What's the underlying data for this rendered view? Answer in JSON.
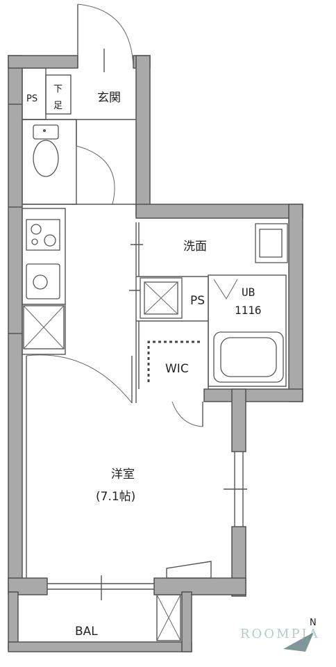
{
  "rooms": {
    "ps_entry": "PS",
    "shoe_box_1": "下",
    "shoe_box_2": "足",
    "entrance": "玄関",
    "washroom": "洗面",
    "ps_bath": "PS",
    "ub_1": "UB",
    "ub_2": "1116",
    "wic": "WIC",
    "western_room": "洋室",
    "western_room_size": "(7.1帖)",
    "balcony": "BAL"
  },
  "watermark": "ROOMPIA",
  "north_mark": "N"
}
